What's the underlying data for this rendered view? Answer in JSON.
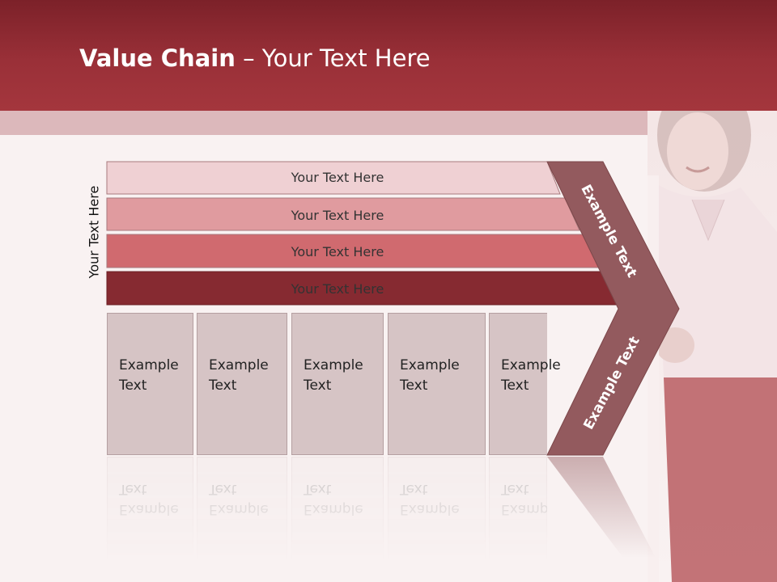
{
  "slide": {
    "title_bold": "Value Chain",
    "title_rest": " – Your Text Here",
    "side_label": "Your Text Here"
  },
  "bars": [
    {
      "label": "Your Text Here",
      "color": "#efd0d3"
    },
    {
      "label": "Your Text Here",
      "color": "#e09b9f"
    },
    {
      "label": "Your Text Here",
      "color": "#d06a6f"
    },
    {
      "label": "Your Text Here",
      "color": "#862a31"
    }
  ],
  "boxes": [
    {
      "line1": "Example",
      "line2": "Text"
    },
    {
      "line1": "Example",
      "line2": "Text"
    },
    {
      "line1": "Example",
      "line2": "Text"
    },
    {
      "line1": "Example",
      "line2": "Text"
    },
    {
      "line1": "Example",
      "line2": "Text"
    }
  ],
  "chevron": {
    "top_label": "Example Text",
    "bottom_label": "Example Text",
    "color": "#935a5e"
  },
  "colors": {
    "header": "#9a3038",
    "box_fill": "#d6c4c5"
  }
}
